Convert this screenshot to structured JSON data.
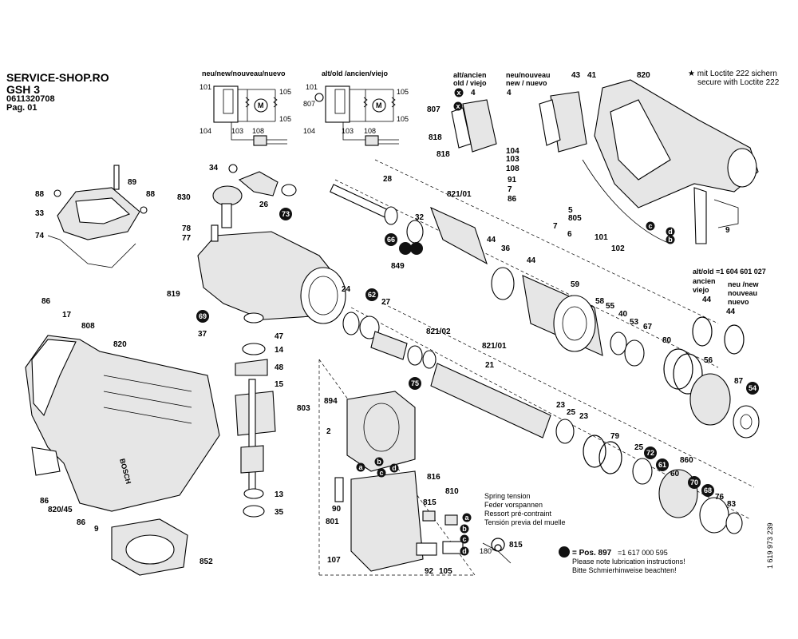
{
  "header": {
    "shop": "SERVICE-SHOP.RO",
    "model": "GSH 3",
    "part_no": "0611320708",
    "page": "Pag. 01"
  },
  "schematics": {
    "new_title": "neu/new/nouveau/nuevo",
    "old_title": "alt/old /ancien/viejo",
    "new_labels": [
      "101",
      "105",
      "105",
      "104",
      "103",
      "108"
    ],
    "old_labels": [
      "101",
      "105",
      "807",
      "105",
      "104",
      "103",
      "108"
    ],
    "motor": "M"
  },
  "switch_variants": {
    "old_l1": "alt/ancien",
    "old_l2": "old / viejo",
    "new_l1": "neu/nouveau",
    "new_l2": "new / nuevo"
  },
  "loctite": {
    "star": "★",
    "l1": "mit Loctite 222 sichern",
    "l2": "secure with Loctite 222"
  },
  "ring_variants": {
    "old_line": "alt/old =1 604 601 027",
    "old_l2": "ancien",
    "old_l3": "viejo",
    "new_l1": "neu /new",
    "new_l2": "nouveau",
    "new_l3": "nuevo",
    "old_num": "44",
    "new_num": "44"
  },
  "spring_note": {
    "l1": "Spring tension",
    "l2": "Feder vorspannen",
    "l3": "Ressort pré-contraint",
    "l4": "Tensión previa del muelle",
    "angle": "180°",
    "num": "815"
  },
  "lube_note": {
    "pos": "= Pos. 897",
    "code": "=1 617 000 595",
    "l2": "Please note lubrication instructions!",
    "l3": "Bitte Schmierhinweise beachten!"
  },
  "drawing_number": "1 619 973 239",
  "brand_on_housing": "BOSCH",
  "callouts": [
    "89",
    "88",
    "88",
    "33",
    "74",
    "34",
    "830",
    "26",
    "78",
    "77",
    "819",
    "37",
    "47",
    "14",
    "48",
    "15",
    "803",
    "13",
    "35",
    "86",
    "17",
    "808",
    "820",
    "86",
    "820/45",
    "86",
    "9",
    "852",
    "894",
    "2",
    "90",
    "801",
    "107",
    "816",
    "810",
    "815",
    "92",
    "105",
    "28",
    "821/01",
    "32",
    "849",
    "44",
    "36",
    "44",
    "24",
    "27",
    "821/02",
    "821/01",
    "21",
    "59",
    "58",
    "55",
    "40",
    "53",
    "67",
    "80",
    "56",
    "87",
    "23",
    "25",
    "23",
    "79",
    "25",
    "860",
    "60",
    "76",
    "83",
    "807",
    "4",
    "818",
    "818",
    "4",
    "43",
    "41",
    "820",
    "104",
    "103",
    "108",
    "91",
    "7",
    "86",
    "5",
    "805",
    "7",
    "6",
    "101",
    "102",
    "9"
  ],
  "badges": [
    "73",
    "66",
    "69",
    "62",
    "75",
    "54",
    "72",
    "61",
    "70",
    "68"
  ],
  "circle_letters": [
    "a",
    "b",
    "c",
    "d",
    "a",
    "b",
    "c",
    "d",
    "d",
    "c",
    "b",
    "x",
    "x"
  ]
}
